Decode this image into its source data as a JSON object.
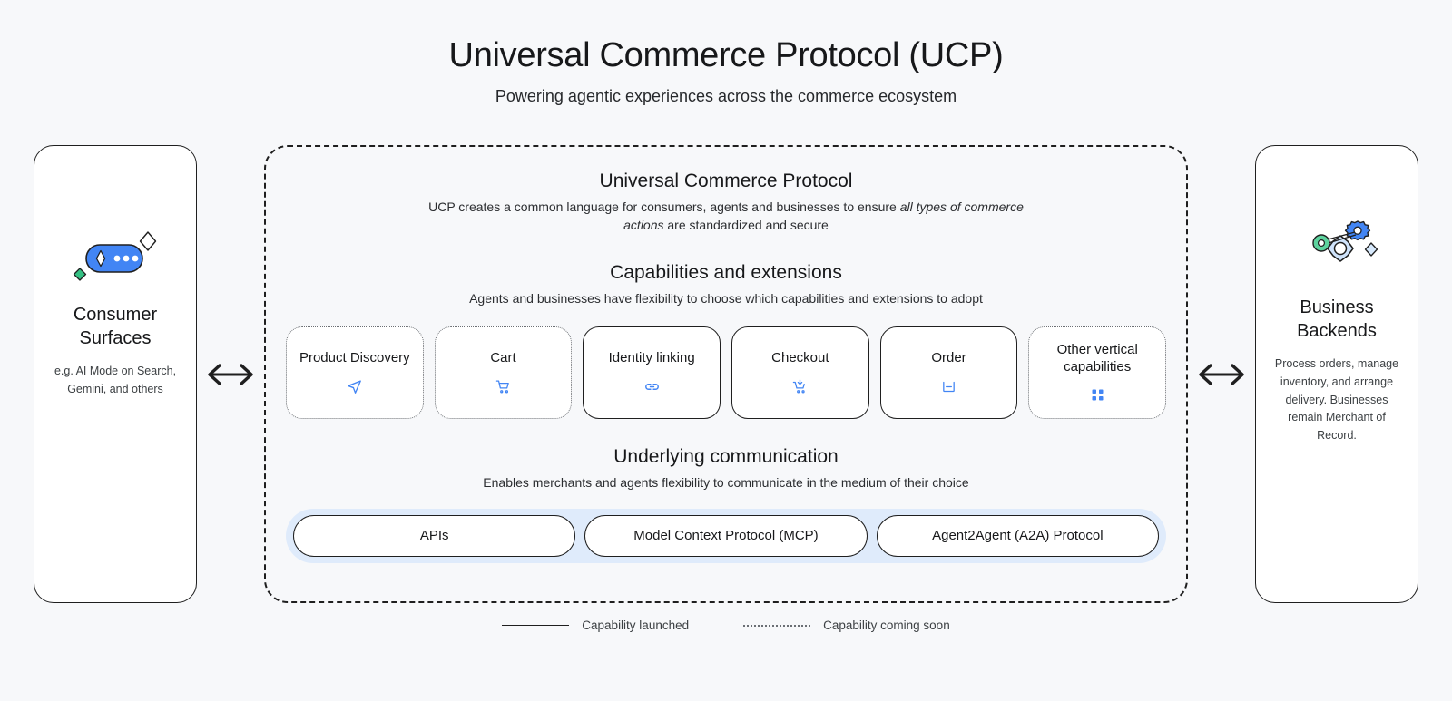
{
  "header": {
    "title": "Universal Commerce Protocol (UCP)",
    "subtitle": "Powering agentic experiences across the commerce ecosystem"
  },
  "left_panel": {
    "icon": "ai-sparkle-pill-icon",
    "title": "Consumer Surfaces",
    "description": "e.g. AI Mode on Search, Gemini, and others"
  },
  "right_panel": {
    "icon": "gears-automation-icon",
    "title": "Business Backends",
    "description": "Process orders, manage inventory, and arrange delivery. Businesses remain Merchant of Record."
  },
  "arrows": {
    "left": "bidirectional-arrow-icon",
    "right": "bidirectional-arrow-icon"
  },
  "ucp": {
    "title": "Universal Commerce Protocol",
    "subtitle_pre": "UCP creates a common language for consumers, agents and businesses to ensure ",
    "subtitle_em": "all types of commerce actions",
    "subtitle_post": " are standardized and secure",
    "capabilities_section": {
      "title": "Capabilities and extensions",
      "subtitle": "Agents and businesses have flexibility to choose which capabilities and extensions to adopt",
      "cards": [
        {
          "label": "Product Discovery",
          "status": "soon",
          "icon": "send-icon"
        },
        {
          "label": "Cart",
          "status": "soon",
          "icon": "shopping-cart-icon"
        },
        {
          "label": "Identity linking",
          "status": "launched",
          "icon": "link-icon"
        },
        {
          "label": "Checkout",
          "status": "launched",
          "icon": "cart-checkout-icon"
        },
        {
          "label": "Order",
          "status": "launched",
          "icon": "package-box-icon"
        },
        {
          "label": "Other vertical capabilities",
          "status": "soon",
          "icon": "grid-apps-icon"
        }
      ]
    },
    "communication_section": {
      "title": "Underlying communication",
      "subtitle": "Enables merchants and agents flexibility to communicate in the medium of their choice",
      "pills": [
        {
          "label": "APIs"
        },
        {
          "label": "Model Context Protocol (MCP)"
        },
        {
          "label": "Agent2Agent (A2A) Protocol"
        }
      ]
    }
  },
  "legend": [
    {
      "style": "solid",
      "label": "Capability launched"
    },
    {
      "style": "dotted",
      "label": "Capability coming soon"
    }
  ],
  "colors": {
    "background": "#F7F8FA",
    "accent_blue": "#4285F4",
    "pill_band": "#DFEBFB",
    "green": "#34A853",
    "ink": "#1f1f1f"
  }
}
